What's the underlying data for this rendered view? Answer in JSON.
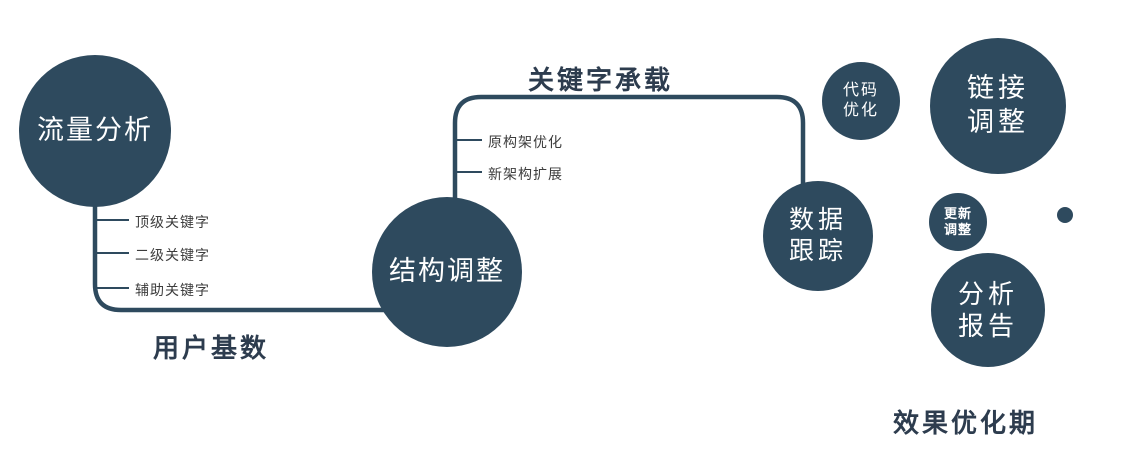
{
  "colors": {
    "accent": "#2e4a5e",
    "text_dark": "#2d3c4e"
  },
  "diagram": {
    "nodes": {
      "traffic": {
        "label": "流量分析"
      },
      "structure": {
        "label": "结构调整"
      },
      "data_tracking": {
        "line1": "数据",
        "line2": "跟踪"
      },
      "code_opt": {
        "line1": "代码",
        "line2": "优化"
      },
      "link_adjust": {
        "line1": "链接",
        "line2": "调整"
      },
      "update_adjust": {
        "line1": "更新",
        "line2": "调整"
      },
      "analysis_report": {
        "line1": "分析",
        "line2": "报告"
      }
    },
    "edge_labels": {
      "user_base": "用户基数",
      "keyword_load": "关键字承载"
    },
    "branch_labels": {
      "traffic": [
        "顶级关键字",
        "二级关键字",
        "辅助关键字"
      ],
      "structure": [
        "原构架优化",
        "新架构扩展"
      ]
    },
    "caption": "效果优化期"
  }
}
